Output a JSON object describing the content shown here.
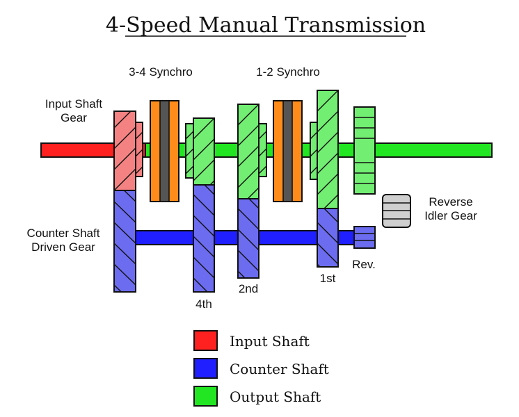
{
  "title": "4-Speed Manual Transmission",
  "labels": {
    "synchro_34": "3-4 Synchro",
    "synchro_12": "1-2 Synchro",
    "input_gear_line1": "Input Shaft",
    "input_gear_line2": "Gear",
    "counter_gear_line1": "Counter Shaft",
    "counter_gear_line2": "Driven Gear",
    "reverse_line1": "Reverse",
    "reverse_line2": "Idler Gear",
    "gear_4th": "4th",
    "gear_2nd": "2nd",
    "gear_1st": "1st",
    "gear_rev": "Rev."
  },
  "legend": [
    {
      "label": "Input Shaft",
      "color": "#ff2020"
    },
    {
      "label": "Counter Shaft",
      "color": "#1f1fff"
    },
    {
      "label": "Output Shaft",
      "color": "#22e622"
    }
  ],
  "colors": {
    "input": "#ff2020",
    "input_gear": "#f58282",
    "counter": "#1f1fff",
    "counter_gear": "#6c6cf0",
    "output": "#22e622",
    "output_gear": "#72ee72",
    "synchro": "#ff8c1a",
    "synchro_core": "#555555",
    "idler": "#cfcfcf"
  }
}
